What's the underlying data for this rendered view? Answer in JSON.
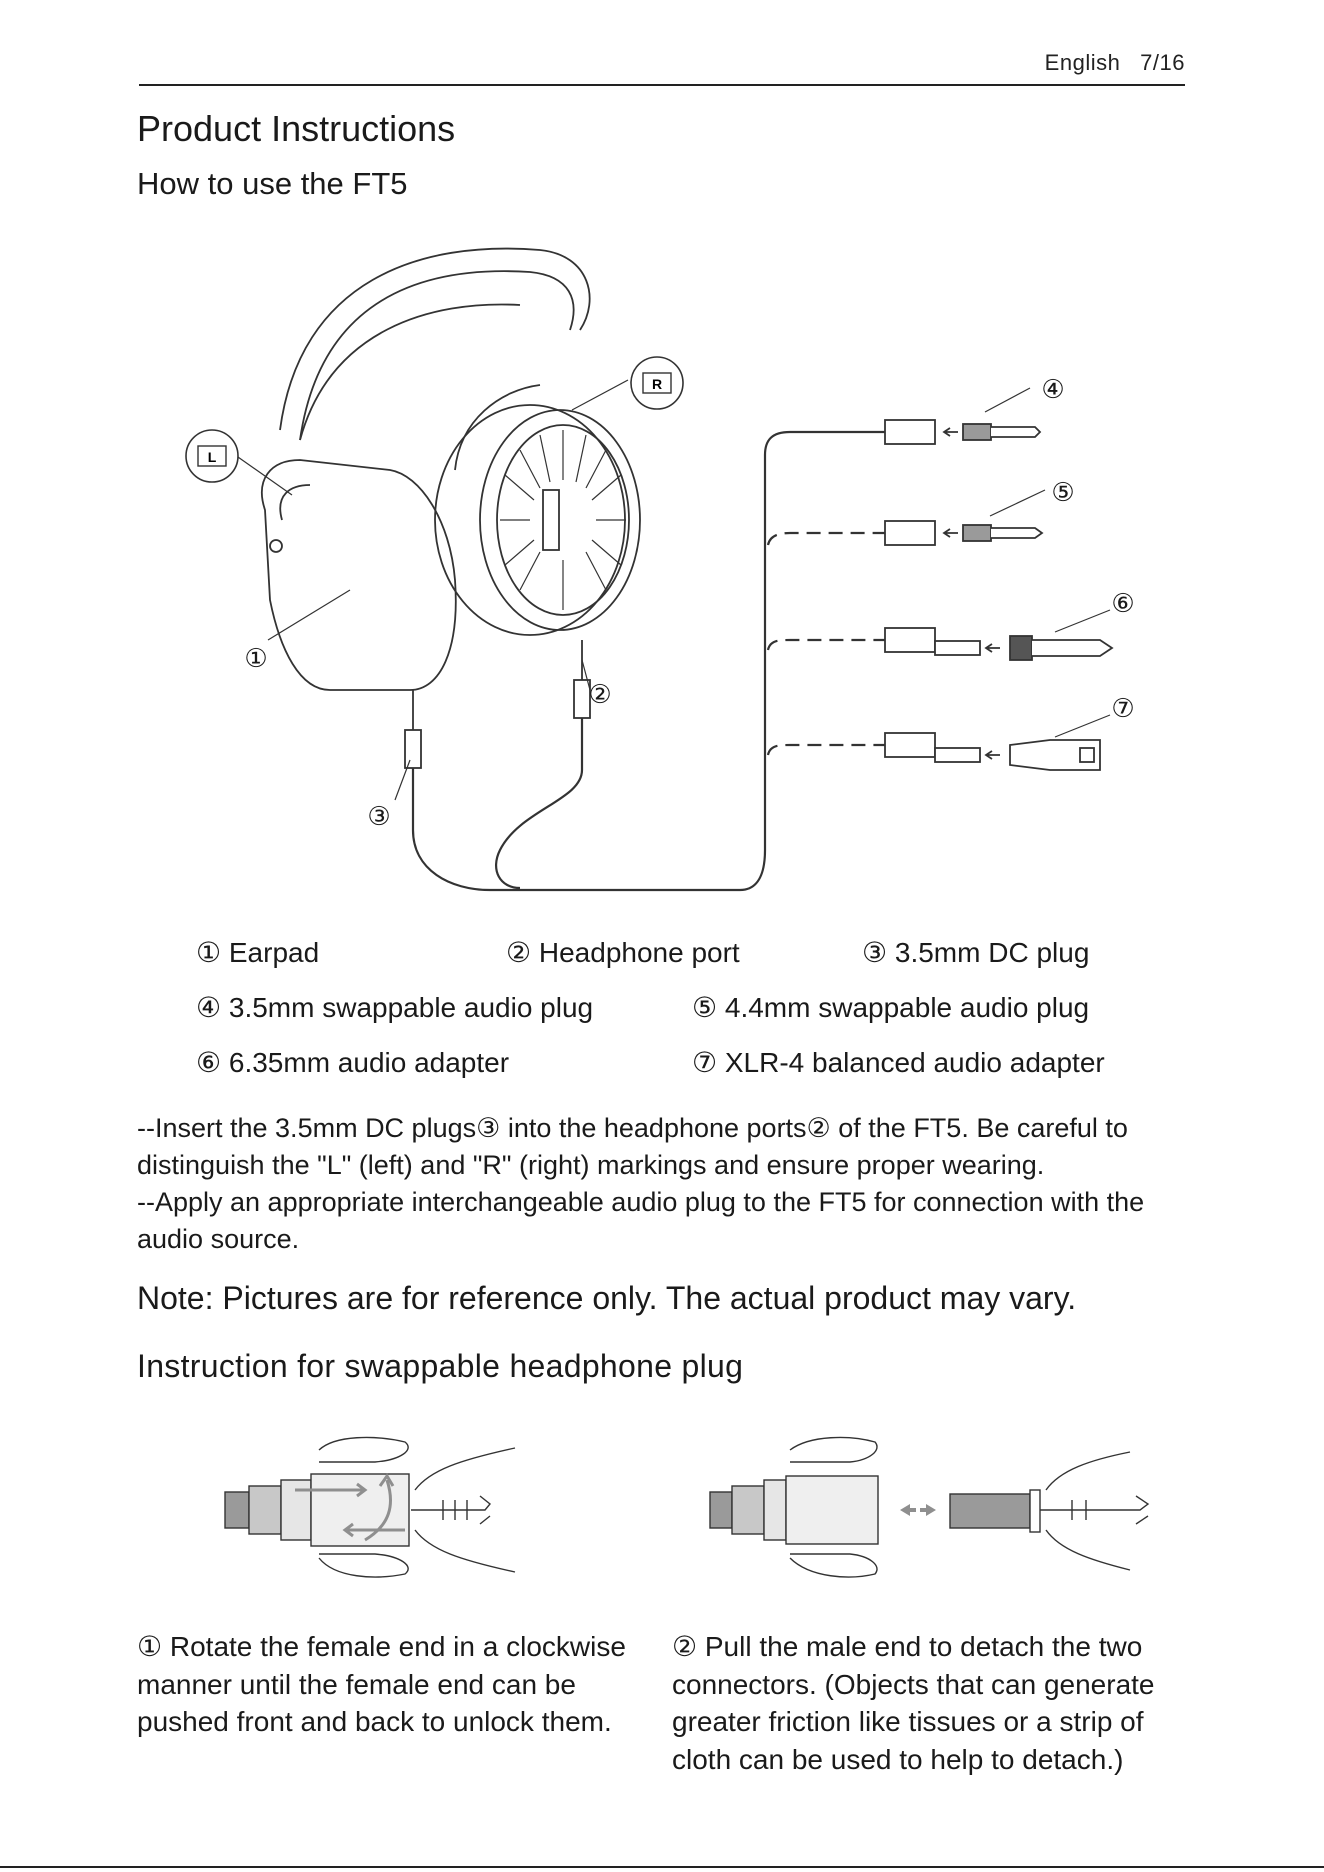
{
  "header": {
    "language": "English",
    "page": "7/16"
  },
  "title": "Product Instructions",
  "subtitle": "How to use the FT5",
  "diagram_labels": {
    "left": "L",
    "right": "R",
    "numbers": [
      "①",
      "②",
      "③",
      "④",
      "⑤",
      "⑥",
      "⑦"
    ]
  },
  "legend": [
    "① Earpad",
    "② Headphone port",
    "③ 3.5mm DC plug",
    "④ 3.5mm swappable audio plug",
    "⑤ 4.4mm swappable audio plug",
    "⑥ 6.35mm audio adapter",
    "⑦ XLR-4 balanced audio adapter"
  ],
  "instructions": [
    "--Insert the 3.5mm DC plugs③ into the headphone ports② of the FT5. Be careful to distinguish the \"L\" (left) and \"R\" (right) markings and ensure proper wearing.",
    "--Apply an appropriate interchangeable audio plug to the FT5 for connection with the audio source."
  ],
  "note": "Note: Pictures are for reference only. The actual product may vary.",
  "section_title": "Instruction for swappable headphone plug",
  "steps": [
    {
      "text_lines": [
        "① Rotate the female end in a clockwise",
        "manner until the female end can be",
        "pushed front and back to unlock them."
      ]
    },
    {
      "text_lines": [
        "② Pull the male end to detach the two",
        "connectors. (Objects that can generate",
        "greater friction like tissues or a strip of",
        "cloth can be used to help to detach.)"
      ]
    }
  ],
  "colors": {
    "ink": "#1a1a1a",
    "line_art": "#333333",
    "gray_fill": "#9a9a9a",
    "light_fill": "#e6e6e6"
  }
}
